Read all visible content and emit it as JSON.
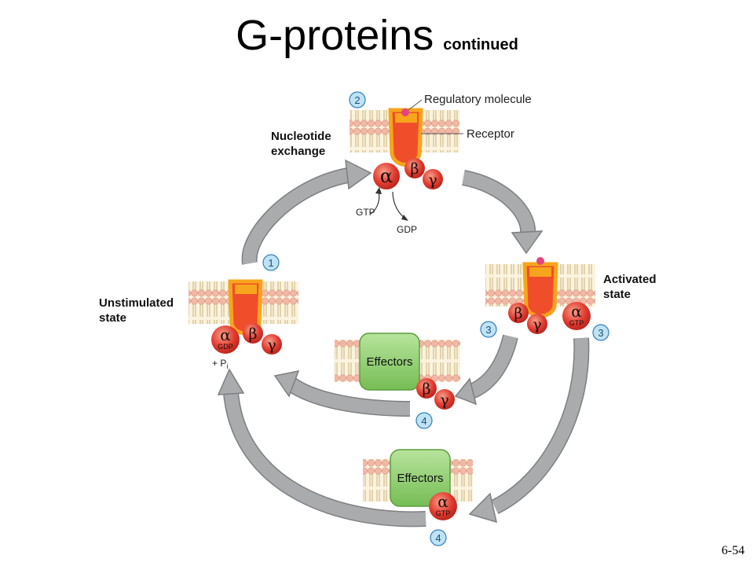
{
  "title": {
    "main": "G-proteins",
    "sub": "continued"
  },
  "slide_number": "6-54",
  "labels": {
    "nucleotide_exchange": [
      "Nucleotide",
      "exchange"
    ],
    "activated_state": [
      "Activated",
      "state"
    ],
    "unstimulated_state": [
      "Unstimulated",
      "state"
    ],
    "regulatory_molecule": "Regulatory molecule",
    "receptor": "Receptor",
    "gtp": "GTP",
    "gdp": "GDP",
    "pi": "+ P",
    "pi_sub": "i",
    "effectors": "Effectors"
  },
  "steps": [
    "1",
    "2",
    "3",
    "3",
    "4",
    "4"
  ],
  "subunits": {
    "alpha": "α",
    "beta": "β",
    "gamma": "γ"
  },
  "colors": {
    "membrane_head": "#f2b8a6",
    "membrane_tail": "#f5e6bf",
    "receptor": "#f04e2a",
    "receptor_outline": "#f7a51c",
    "subunit": "#e23b2f",
    "effector": "#8fcf6f",
    "arrow": "#a9abad",
    "step_circle": "#bfe3f5",
    "regulatory": "#e0457e"
  }
}
